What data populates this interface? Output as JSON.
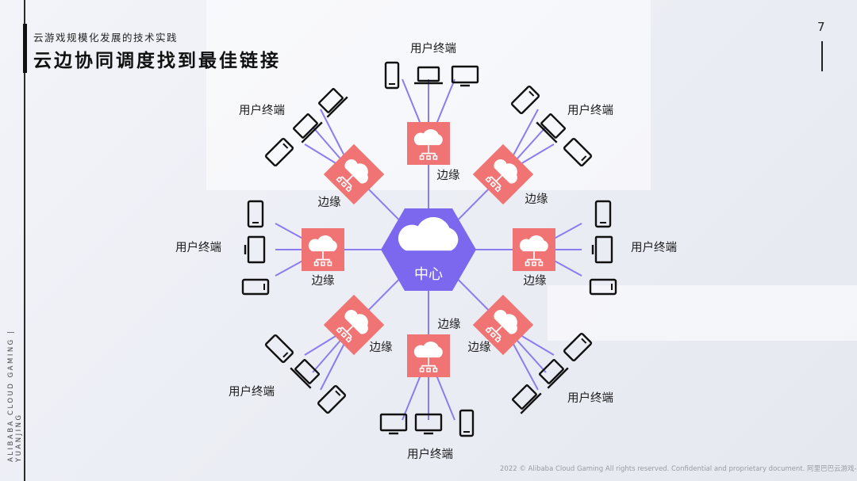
{
  "header": {
    "subtitle": "云游戏规模化发展的技术实践",
    "title": "云边协同调度找到最佳链接",
    "page_number": "7"
  },
  "side_text": "ALIBABA CLOUD GAMING | YUANJING",
  "footer": "2022 © Alibaba Cloud Gaming All rights reserved. Confidential and proprietary document. 阿里巴巴云游戏-元境",
  "diagram": {
    "center_label": "中心",
    "edge_label": "边缘",
    "user_label": "用户终端",
    "colors": {
      "center": "#7b68ee",
      "edge": "#f07474",
      "link": "#8b7cf0",
      "device": "#111111"
    }
  }
}
